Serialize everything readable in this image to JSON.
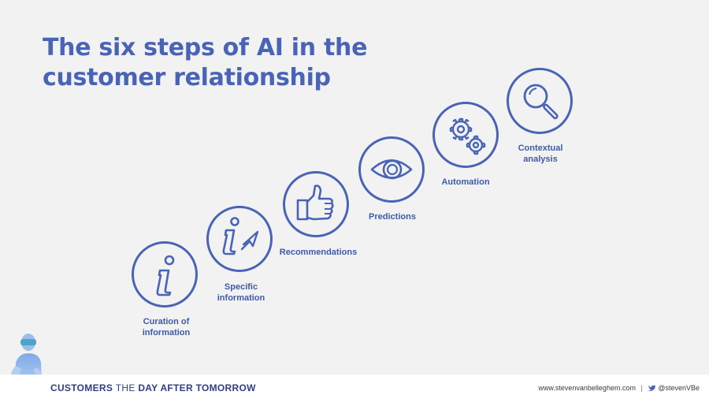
{
  "title": {
    "line1": "The six steps of AI in the",
    "line2": "customer relationship"
  },
  "steps": [
    {
      "icon": "info-icon",
      "label_line1": "Curation of",
      "label_line2": "information"
    },
    {
      "icon": "info-pointer-icon",
      "label_line1": "Specific",
      "label_line2": "information"
    },
    {
      "icon": "thumbs-up-icon",
      "label_line1": "Recommendations",
      "label_line2": ""
    },
    {
      "icon": "eye-icon",
      "label_line1": "Predictions",
      "label_line2": ""
    },
    {
      "icon": "gears-icon",
      "label_line1": "Automation",
      "label_line2": ""
    },
    {
      "icon": "magnifier-icon",
      "label_line1": "Contextual",
      "label_line2": "analysis"
    }
  ],
  "footer": {
    "brand_part1": "CUSTOMERS",
    "brand_part2": "THE",
    "brand_part3": "DAY AFTER TOMORROW",
    "website": "www.stevenvanbelleghem.com",
    "separator": "|",
    "twitter": "@stevenVBe"
  },
  "colors": {
    "accent": "#4a64b5",
    "background": "#f2f2f2",
    "footer_bg": "#ffffff",
    "brand": "#2f3f86"
  }
}
